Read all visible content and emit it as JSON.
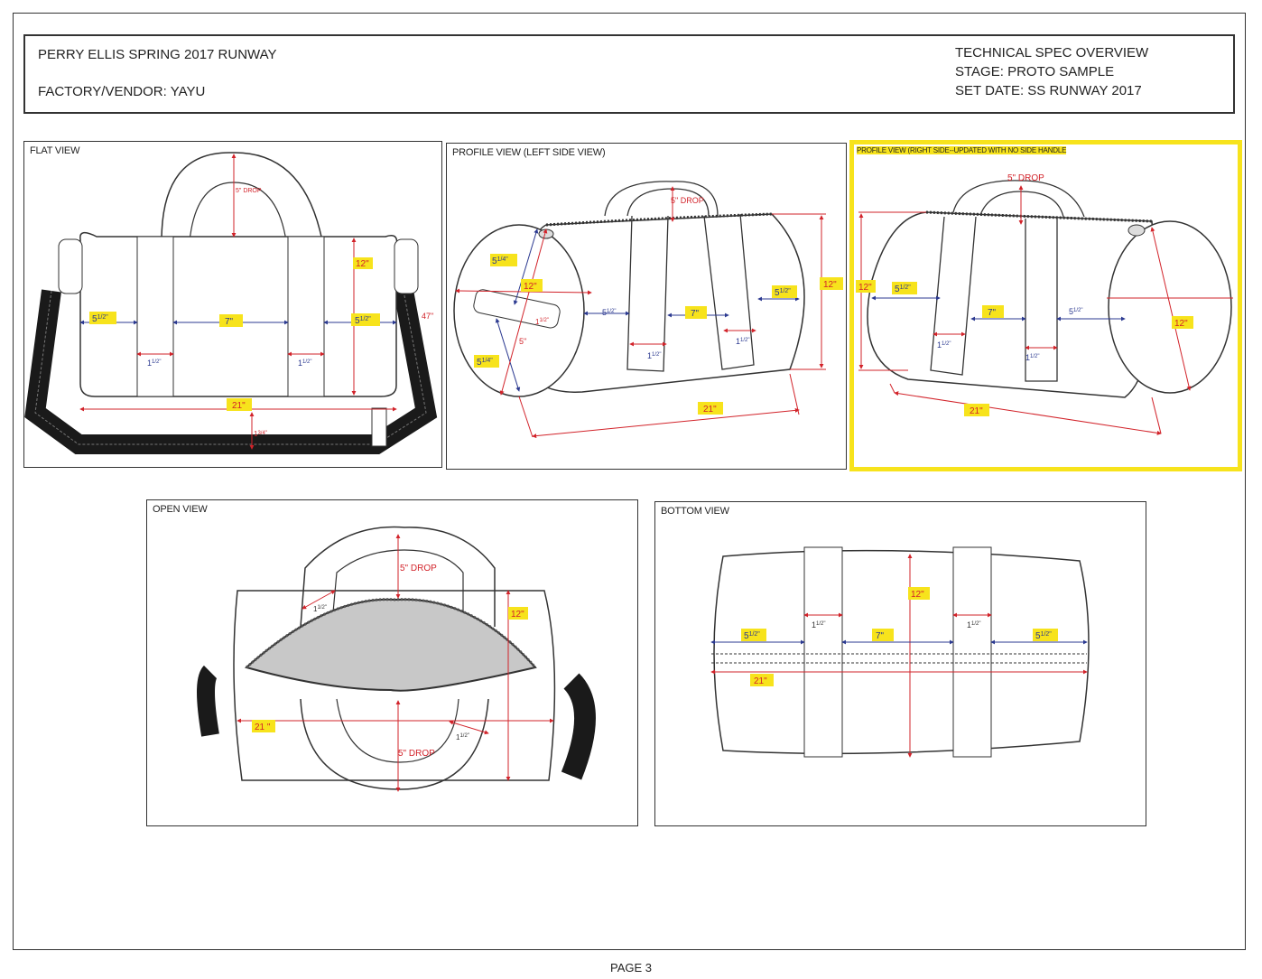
{
  "header": {
    "title": "PERRY ELLIS SPRING 2017 RUNWAY",
    "vendor": "FACTORY/VENDOR: YAYU",
    "spec": "TECHNICAL SPEC OVERVIEW",
    "stage": "STAGE: PROTO SAMPLE",
    "set_date": "SET DATE: SS RUNWAY 2017"
  },
  "panels": {
    "flat": {
      "title": "FLAT VIEW",
      "labels": {
        "drop": "5\" DROP",
        "height": "12\"",
        "side_left": "5",
        "side_left_frac": "1/2\"",
        "middle": "7\"",
        "side_right": "5",
        "side_right_frac": "1/2\"",
        "handle_left": "1",
        "handle_left_frac": "1/2\"",
        "handle_right": "1",
        "handle_right_frac": "1/2\"",
        "length": "21\"",
        "strap": "47\"",
        "strap_width": "1",
        "strap_width_frac": "3/4\""
      }
    },
    "profile_left": {
      "title": "PROFILE VIEW (LEFT SIDE VIEW)",
      "labels": {
        "drop": "5\" DROP",
        "end_top": "5",
        "end_top_frac": "1/4\"",
        "end_dia": "12\"",
        "end_bottom": "5",
        "end_bottom_frac": "1/4\"",
        "tab_len": "5\"",
        "tab_w": "1",
        "tab_w_frac": "1/2\"",
        "side_left": "5",
        "side_left_frac": "1/2\"",
        "middle": "7\"",
        "side_right": "5",
        "side_right_frac": "1/2\"",
        "handle_left": "1",
        "handle_left_frac": "1/2\"",
        "handle_right": "1",
        "handle_right_frac": "1/2\"",
        "height": "12\"",
        "length": "21\""
      }
    },
    "profile_right": {
      "title": "PROFILE VIEW (RIGHT SIDE--UPDATED WITH NO SIDE HANDLE",
      "labels": {
        "drop": "5\" DROP",
        "height": "12\"",
        "side_left": "5",
        "side_left_frac": "1/2\"",
        "middle": "7\"",
        "side_right": "5",
        "side_right_frac": "1/2\"",
        "handle_left": "1",
        "handle_left_frac": "1/2\"",
        "handle_right": "1",
        "handle_right_frac": "1/2\"",
        "end_dia": "12\"",
        "length": "21\""
      }
    },
    "open": {
      "title": "OPEN VIEW",
      "labels": {
        "drop_top": "5\" DROP",
        "handle_top": "1",
        "handle_top_frac": "1/2\"",
        "height": "12\"",
        "length": "21 \"",
        "drop_bottom": "5\" DROP",
        "handle_bottom": "1",
        "handle_bottom_frac": "1/2\""
      }
    },
    "bottom": {
      "title": "BOTTOM VIEW",
      "labels": {
        "height": "12\"",
        "side_left": "5",
        "side_left_frac": "1/2\"",
        "handle_left": "1",
        "handle_left_frac": "1/2\"",
        "middle": "7\"",
        "handle_right": "1",
        "handle_right_frac": "1/2\"",
        "side_right": "5",
        "side_right_frac": "1/2\"",
        "length": "21\""
      }
    }
  },
  "colors": {
    "dimension_red": "#d2232a",
    "dimension_blue": "#2b3990",
    "highlight": "#f7e31c",
    "outline": "#333333",
    "strap_black": "#1a1a1a",
    "interior_gray": "#c8c8c8"
  },
  "footer": {
    "page": "PAGE 3"
  }
}
